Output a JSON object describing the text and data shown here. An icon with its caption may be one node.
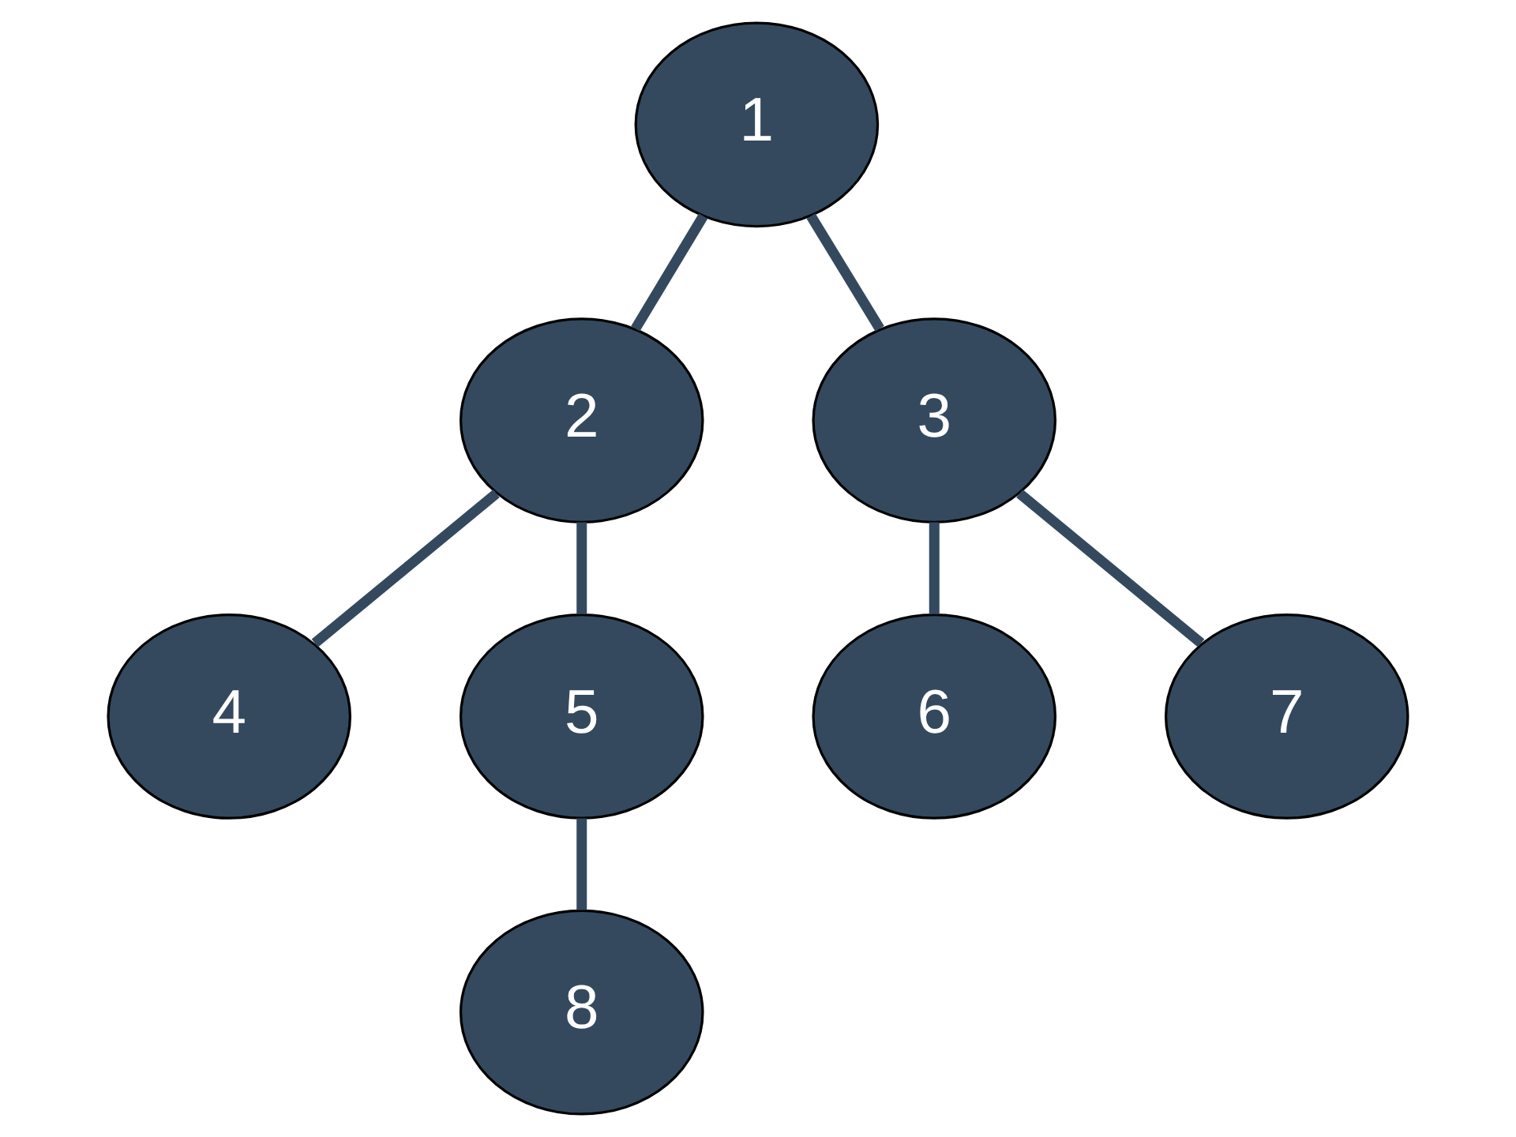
{
  "diagram": {
    "nodes": [
      {
        "text": [
          "1"
        ]
      },
      {
        "text": [
          "2"
        ]
      },
      {
        "text": [
          "3"
        ]
      },
      {
        "text": [
          "4"
        ]
      },
      {
        "text": [
          "5"
        ]
      },
      {
        "text": [
          "6"
        ]
      },
      {
        "text": [
          "7"
        ]
      },
      {
        "text": [
          "8"
        ]
      }
    ],
    "edges": [
      {
        "from": 0,
        "to": 1,
        "arrow": "none"
      },
      {
        "from": 0,
        "to": 2,
        "arrow": "none"
      },
      {
        "from": 1,
        "to": 3,
        "arrow": "none"
      },
      {
        "from": 1,
        "to": 4,
        "arrow": "none"
      },
      {
        "from": 2,
        "to": 5,
        "arrow": "none"
      },
      {
        "from": 2,
        "to": 6,
        "arrow": "none"
      },
      {
        "from": 4,
        "to": 7,
        "arrow": "none"
      }
    ]
  }
}
